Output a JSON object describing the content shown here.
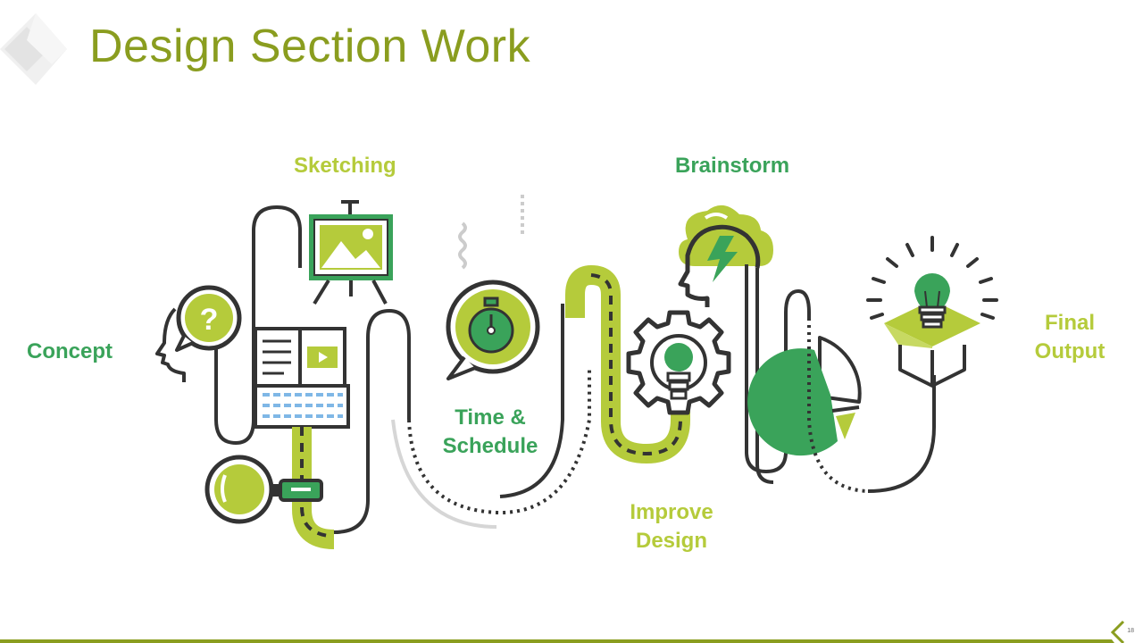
{
  "slide": {
    "title": "Design Section Work",
    "page_number": "18"
  },
  "labels": {
    "concept": "Concept",
    "sketching": "Sketching",
    "time_schedule_line1": "Time &",
    "time_schedule_line2": "Schedule",
    "brainstorm": "Brainstorm",
    "improve_design_line1": "Improve",
    "improve_design_line2": "Design",
    "final_output_line1": "Final",
    "final_output_line2": "Output"
  },
  "icons": {
    "question_mark": "?"
  },
  "colors": {
    "title_olive": "#8a9d1f",
    "accent_light_green": "#b5cb3b",
    "accent_dark_green": "#3aa35a",
    "outline_dark": "#333333",
    "path_gray": "#cccccc"
  }
}
